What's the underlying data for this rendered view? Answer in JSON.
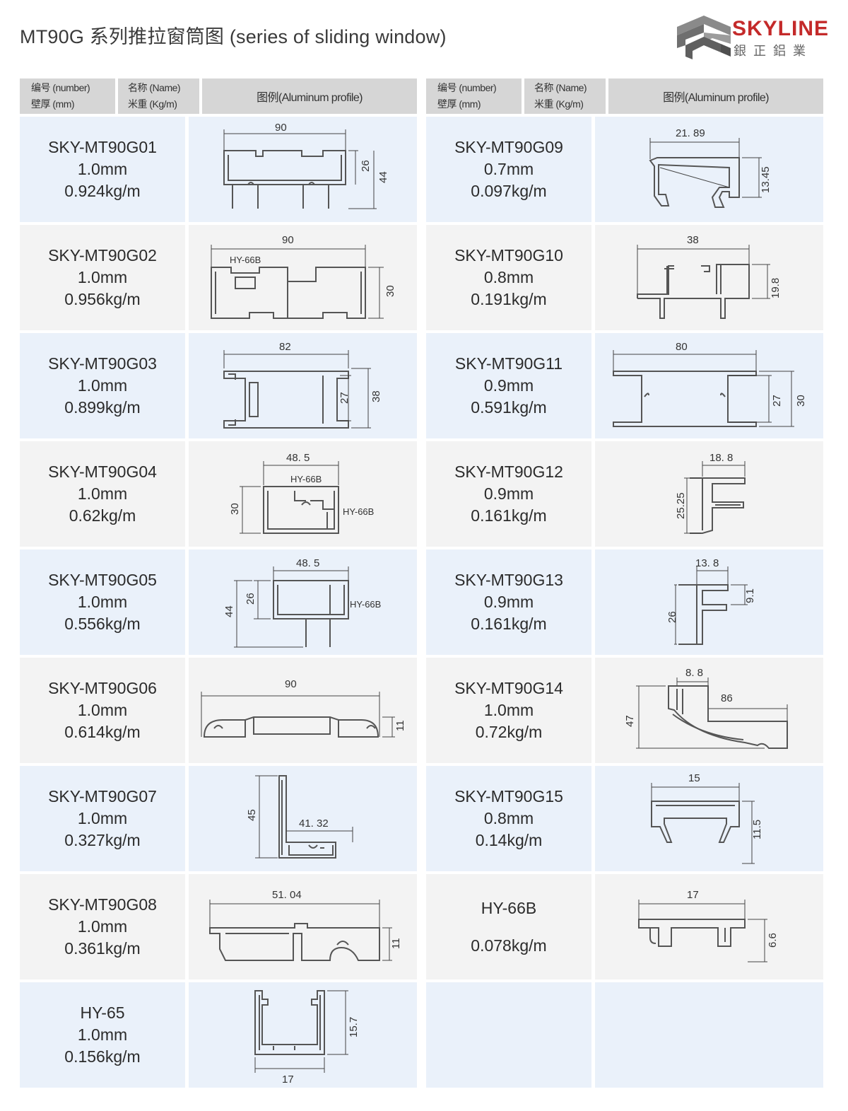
{
  "title": "MT90G 系列推拉窗筒图 (series of  sliding  window)",
  "logo": {
    "word": "SKYLINE",
    "cn": "銀正鋁業"
  },
  "header": {
    "number_label": "编号 (number)",
    "thickness_label": "壁厚 (mm)",
    "name_label": "名称 (Name)",
    "weight_label": "米重 (Kg/m)",
    "profile_label": "图例(Aluminum profile)"
  },
  "left_rows": [
    {
      "code": "SKY-MT90G01",
      "thickness": "1.0mm",
      "weight": "0.924kg/m",
      "dims": [
        "90",
        "26",
        "44"
      ]
    },
    {
      "code": "SKY-MT90G02",
      "thickness": "1.0mm",
      "weight": "0.956kg/m",
      "dims": [
        "90",
        "30"
      ],
      "tag": "HY-66B"
    },
    {
      "code": "SKY-MT90G03",
      "thickness": "1.0mm",
      "weight": "0.899kg/m",
      "dims": [
        "82",
        "27",
        "38"
      ]
    },
    {
      "code": "SKY-MT90G04",
      "thickness": "1.0mm",
      "weight": "0.62kg/m",
      "dims": [
        "48. 5",
        "30"
      ],
      "tags": [
        "HY-66B",
        "HY-66B"
      ]
    },
    {
      "code": "SKY-MT90G05",
      "thickness": "1.0mm",
      "weight": "0.556kg/m",
      "dims": [
        "48. 5",
        "26",
        "44"
      ],
      "tag": "HY-66B"
    },
    {
      "code": "SKY-MT90G06",
      "thickness": "1.0mm",
      "weight": "0.614kg/m",
      "dims": [
        "90",
        "11"
      ]
    },
    {
      "code": "SKY-MT90G07",
      "thickness": "1.0mm",
      "weight": "0.327kg/m",
      "dims": [
        "45",
        "41. 32"
      ]
    },
    {
      "code": "SKY-MT90G08",
      "thickness": "1.0mm",
      "weight": "0.361kg/m",
      "dims": [
        "51. 04",
        "11"
      ]
    },
    {
      "code": "HY-65",
      "thickness": "1.0mm",
      "weight": "0.156kg/m",
      "dims": [
        "15.7",
        "17"
      ]
    }
  ],
  "right_rows": [
    {
      "code": "SKY-MT90G09",
      "thickness": "0.7mm",
      "weight": "0.097kg/m",
      "dims": [
        "21. 89",
        "13.45"
      ]
    },
    {
      "code": "SKY-MT90G10",
      "thickness": "0.8mm",
      "weight": "0.191kg/m",
      "dims": [
        "38",
        "19.8"
      ]
    },
    {
      "code": "SKY-MT90G11",
      "thickness": "0.9mm",
      "weight": "0.591kg/m",
      "dims": [
        "80",
        "27",
        "30"
      ]
    },
    {
      "code": "SKY-MT90G12",
      "thickness": "0.9mm",
      "weight": "0.161kg/m",
      "dims": [
        "18. 8",
        "25.25"
      ]
    },
    {
      "code": "SKY-MT90G13",
      "thickness": "0.9mm",
      "weight": "0.161kg/m",
      "dims": [
        "13. 8",
        "9.1",
        "26"
      ]
    },
    {
      "code": "SKY-MT90G14",
      "thickness": "1.0mm",
      "weight": "0.72kg/m",
      "dims": [
        "8. 8",
        "86",
        "47"
      ]
    },
    {
      "code": "SKY-MT90G15",
      "thickness": "0.8mm",
      "weight": "0.14kg/m",
      "dims": [
        "15",
        "11.5"
      ]
    },
    {
      "code": "HY-66B",
      "thickness": "",
      "weight": "0.078kg/m",
      "dims": [
        "17",
        "6.6"
      ]
    }
  ]
}
